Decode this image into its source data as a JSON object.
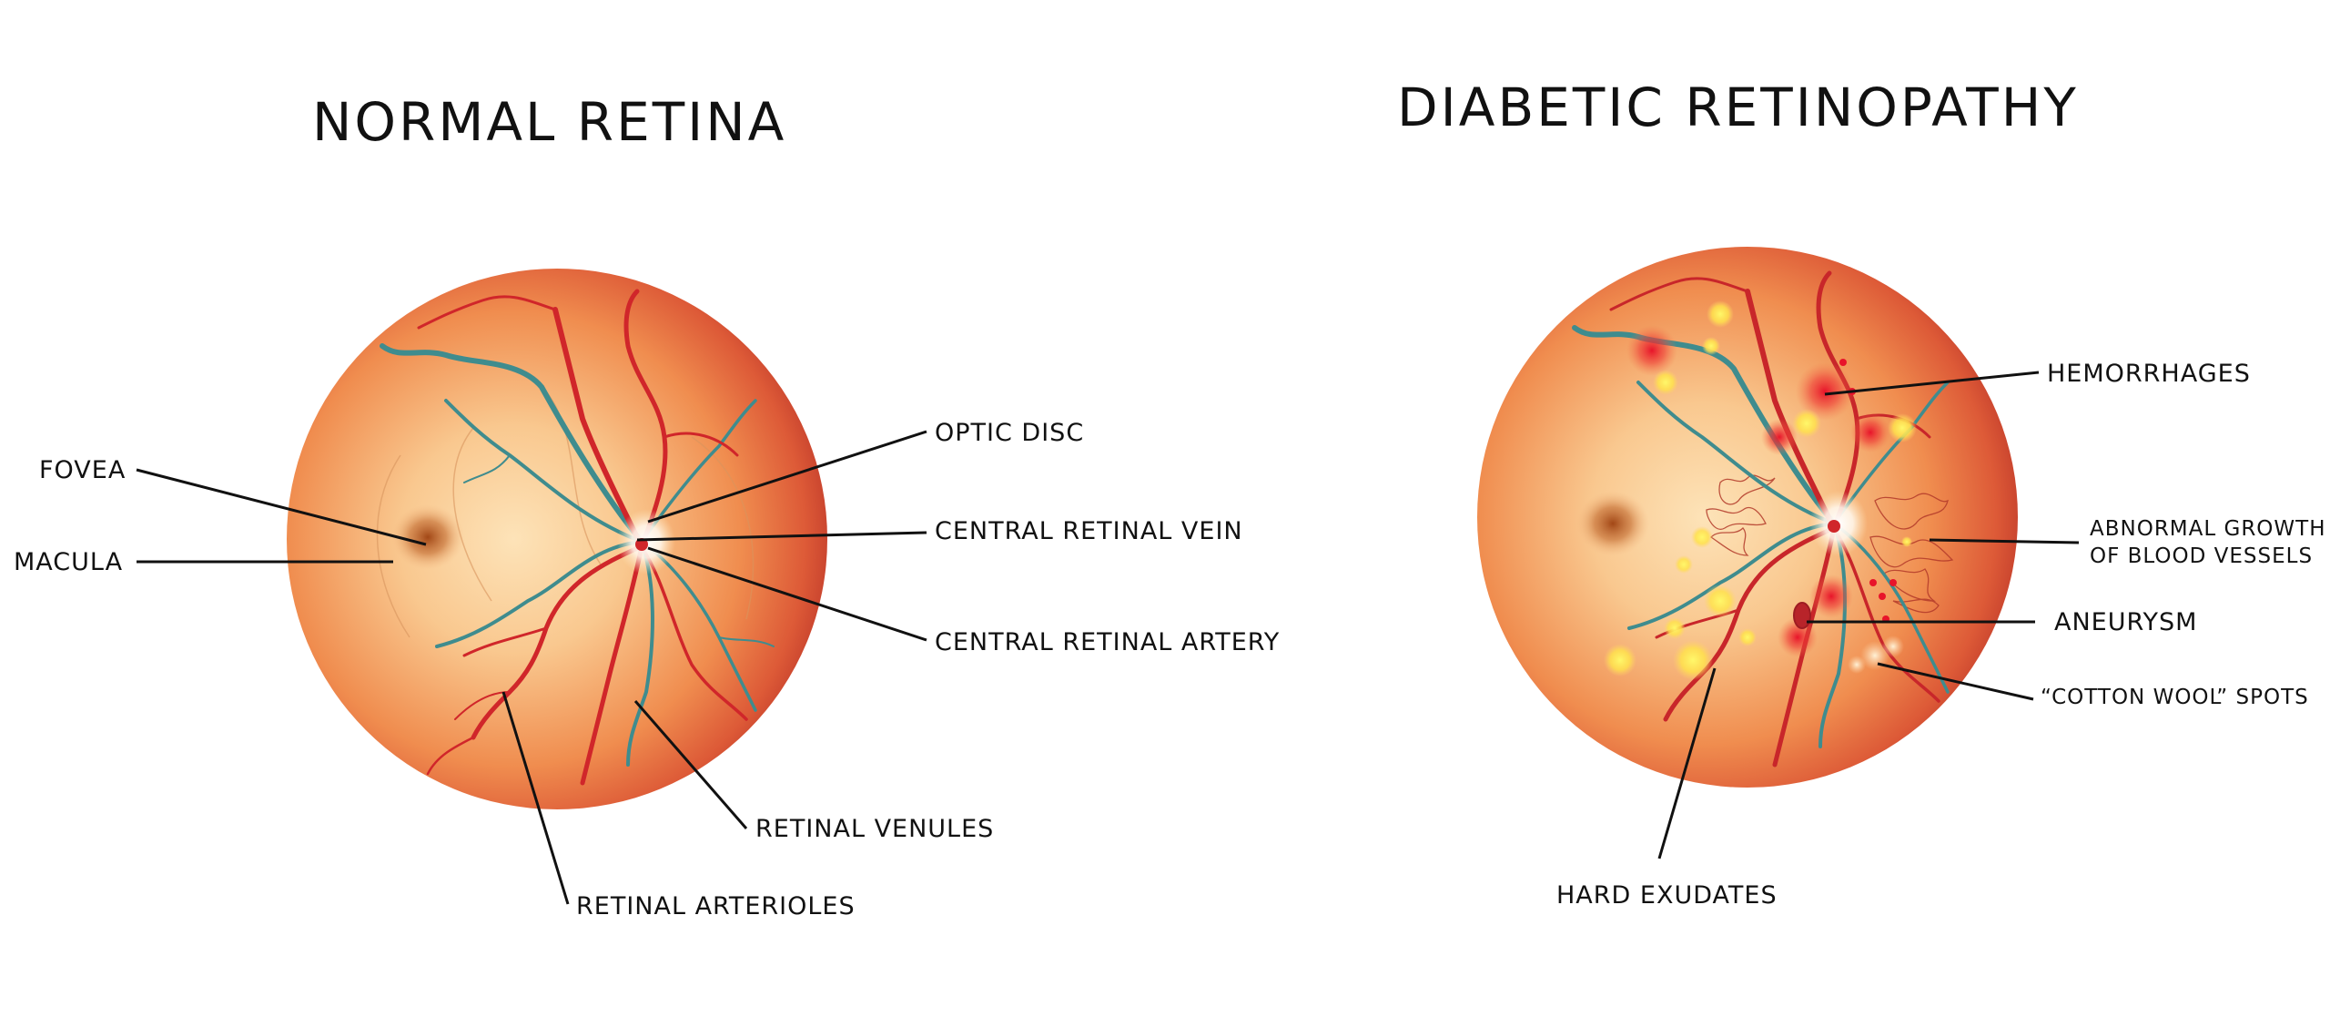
{
  "panels": [
    {
      "title": "NORMAL RETINA",
      "labels": {
        "fovea": "FOVEA",
        "macula": "MACULA",
        "optic_disc": "OPTIC DISC",
        "central_retinal_vein": "CENTRAL RETINAL VEIN",
        "central_retinal_artery": "CENTRAL RETINAL ARTERY",
        "retinal_venules": "RETINAL VENULES",
        "retinal_arterioles": "RETINAL ARTERIOLES"
      }
    },
    {
      "title": "DIABETIC RETINOPATHY",
      "labels": {
        "hemorrhages": "HEMORRHAGES",
        "abnormal_growth_line1": "ABNORMAL GROWTH",
        "abnormal_growth_line2": "OF BLOOD VESSELS",
        "aneurysm": "ANEURYSM",
        "cotton_wool_spots": "“COTTON WOOL” SPOTS",
        "hard_exudates": "HARD EXUDATES"
      }
    }
  ],
  "colors": {
    "retina_edge": "#c8402c",
    "retina_mid": "#ef8a4e",
    "retina_center": "#fbd9a8",
    "artery": "#d0262a",
    "vein": "#3f8c8e",
    "fovea": "#a9501c",
    "exudate": "#ffe74a",
    "leader_line": "#111111"
  }
}
